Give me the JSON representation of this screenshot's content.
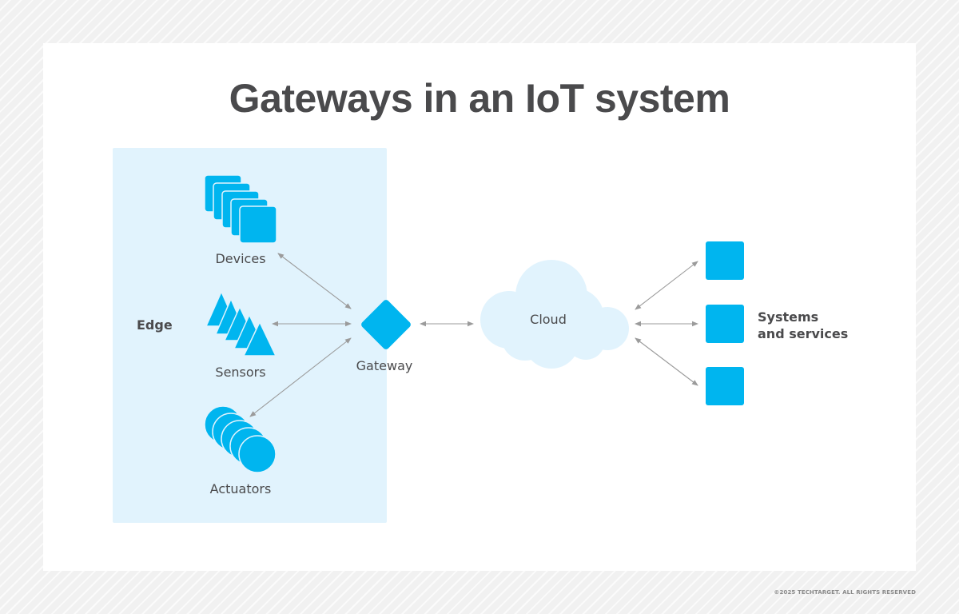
{
  "title": "Gateways in an IoT system",
  "edge": {
    "label": "Edge",
    "groups": [
      {
        "label": "Devices",
        "icon": "stacked-squares-icon",
        "count": 5
      },
      {
        "label": "Sensors",
        "icon": "stacked-triangles-icon",
        "count": 5
      },
      {
        "label": "Actuators",
        "icon": "stacked-circles-icon",
        "count": 5
      }
    ]
  },
  "gateway": {
    "label": "Gateway",
    "icon": "diamond-icon"
  },
  "cloud": {
    "label": "Cloud",
    "icon": "cloud-icon"
  },
  "systems": {
    "label_line1": "Systems",
    "label_line2": "and services",
    "count": 3,
    "icon": "square-icon"
  },
  "connections": [
    {
      "from": "Devices",
      "to": "Gateway",
      "type": "bidirectional"
    },
    {
      "from": "Sensors",
      "to": "Gateway",
      "type": "bidirectional"
    },
    {
      "from": "Actuators",
      "to": "Gateway",
      "type": "bidirectional"
    },
    {
      "from": "Gateway",
      "to": "Cloud",
      "type": "bidirectional"
    },
    {
      "from": "Cloud",
      "to": "System 1",
      "type": "bidirectional"
    },
    {
      "from": "Cloud",
      "to": "System 2",
      "type": "bidirectional"
    },
    {
      "from": "Cloud",
      "to": "System 3",
      "type": "bidirectional"
    }
  ],
  "colors": {
    "accent": "#00b5ef",
    "edge_panel": "#e1f3fd",
    "cloud_fill": "#e1f3fd",
    "arrow": "#9b9b9b",
    "text": "#4a4a4c"
  },
  "footer": {
    "copyright": "©2025 TECHTARGET. ALL RIGHTS RESERVED"
  }
}
